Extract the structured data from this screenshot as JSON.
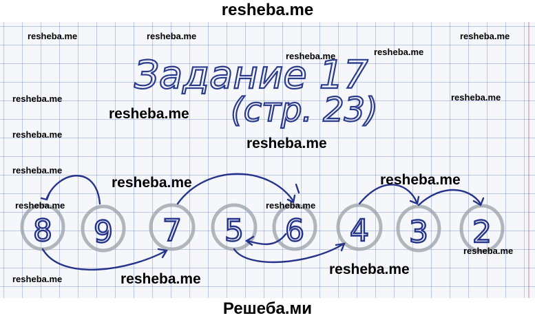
{
  "site_header": "resheba.me",
  "site_footer": "Решеба.ми",
  "task": {
    "title_line1": "Задание 17",
    "title_line2": "(стр. 23)"
  },
  "digits": [
    "8",
    "9",
    "7",
    "5",
    "6",
    "4",
    "3",
    "2"
  ],
  "watermark_text": "resheba.me",
  "ink_color": "#25338a",
  "circle_color": "#9aa0a8"
}
